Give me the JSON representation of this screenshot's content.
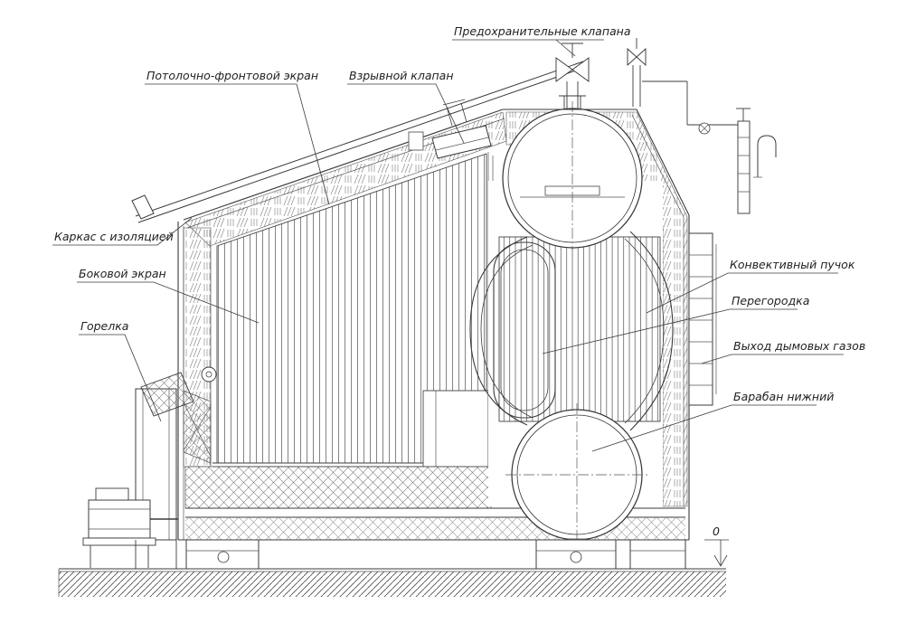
{
  "colors": {
    "line": "#3b3b3b",
    "label_text": "#1f1f1f",
    "background": "#ffffff"
  },
  "labels": {
    "safety_valves": "Предохранительные клапана",
    "ceiling_front_screen": "Потолочно-фронтовой экран",
    "explosion_valve": "Взрывной клапан",
    "frame_with_insulation": "Каркас с изоляцией",
    "side_screen": "Боковой экран",
    "burner": "Горелка",
    "convective_bundle": "Конвективный пучок",
    "partition": "Перегородка",
    "flue_gas_outlet": "Выход дымовых газов",
    "lower_drum": "Барабан нижний",
    "elevation_zero": "0"
  }
}
